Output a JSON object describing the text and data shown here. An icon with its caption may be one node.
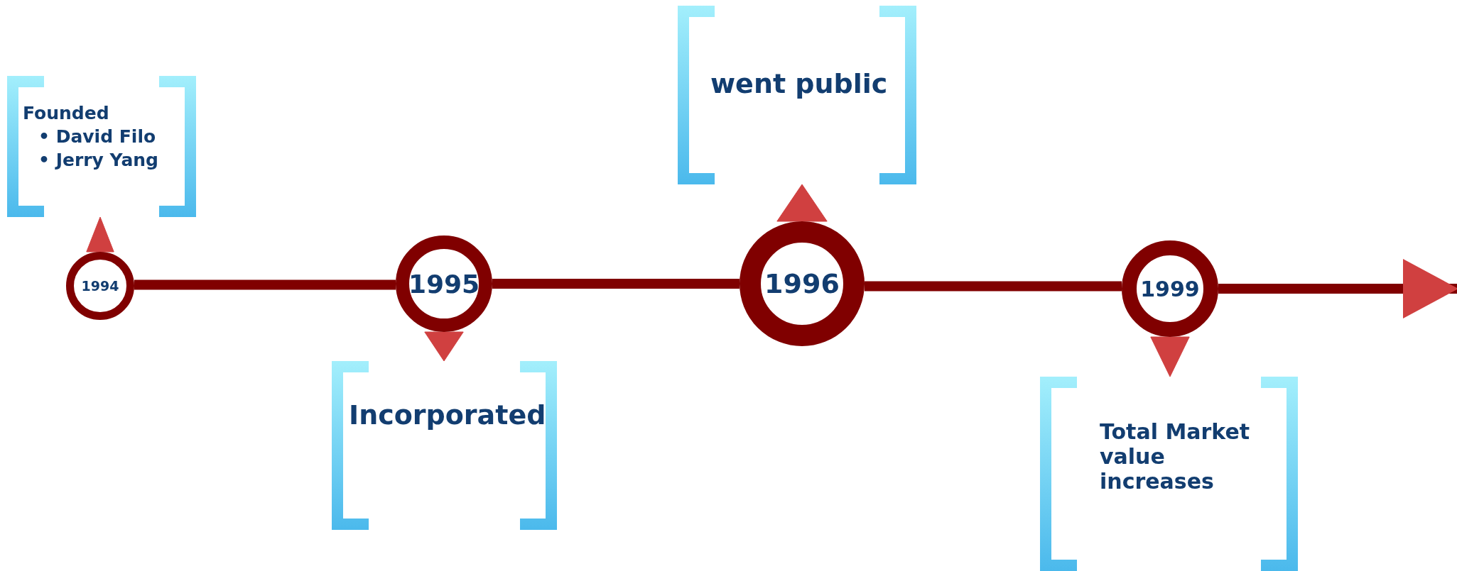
{
  "diagram": {
    "nodes": [
      {
        "text": [
          "1994"
        ]
      },
      {
        "text": [
          "1995"
        ]
      },
      {
        "text": [
          "1996"
        ]
      },
      {
        "text": [
          "1999"
        ]
      },
      {
        "text": [
          "Founded",
          "• David Filo",
          "• Jerry Yang"
        ]
      },
      {
        "text": [
          "Incorporated"
        ]
      },
      {
        "text": [
          "went public"
        ]
      },
      {
        "text": [
          "Total Market value increases"
        ]
      }
    ],
    "edges": [
      {
        "from": 0,
        "to": 1,
        "arrow": "none"
      },
      {
        "from": 1,
        "to": 2,
        "arrow": "none"
      },
      {
        "from": 2,
        "to": 3,
        "arrow": "none"
      },
      {
        "from": 3,
        "to": null,
        "arrow": "to"
      },
      {
        "from": 0,
        "to": 4,
        "arrow": "to",
        "color": "#d04040"
      },
      {
        "from": 1,
        "to": 5,
        "arrow": "to",
        "color": "#d04040"
      },
      {
        "from": 2,
        "to": 6,
        "arrow": "to",
        "color": "#d04040"
      },
      {
        "from": 3,
        "to": 7,
        "arrow": "to",
        "color": "#d04040"
      }
    ]
  }
}
